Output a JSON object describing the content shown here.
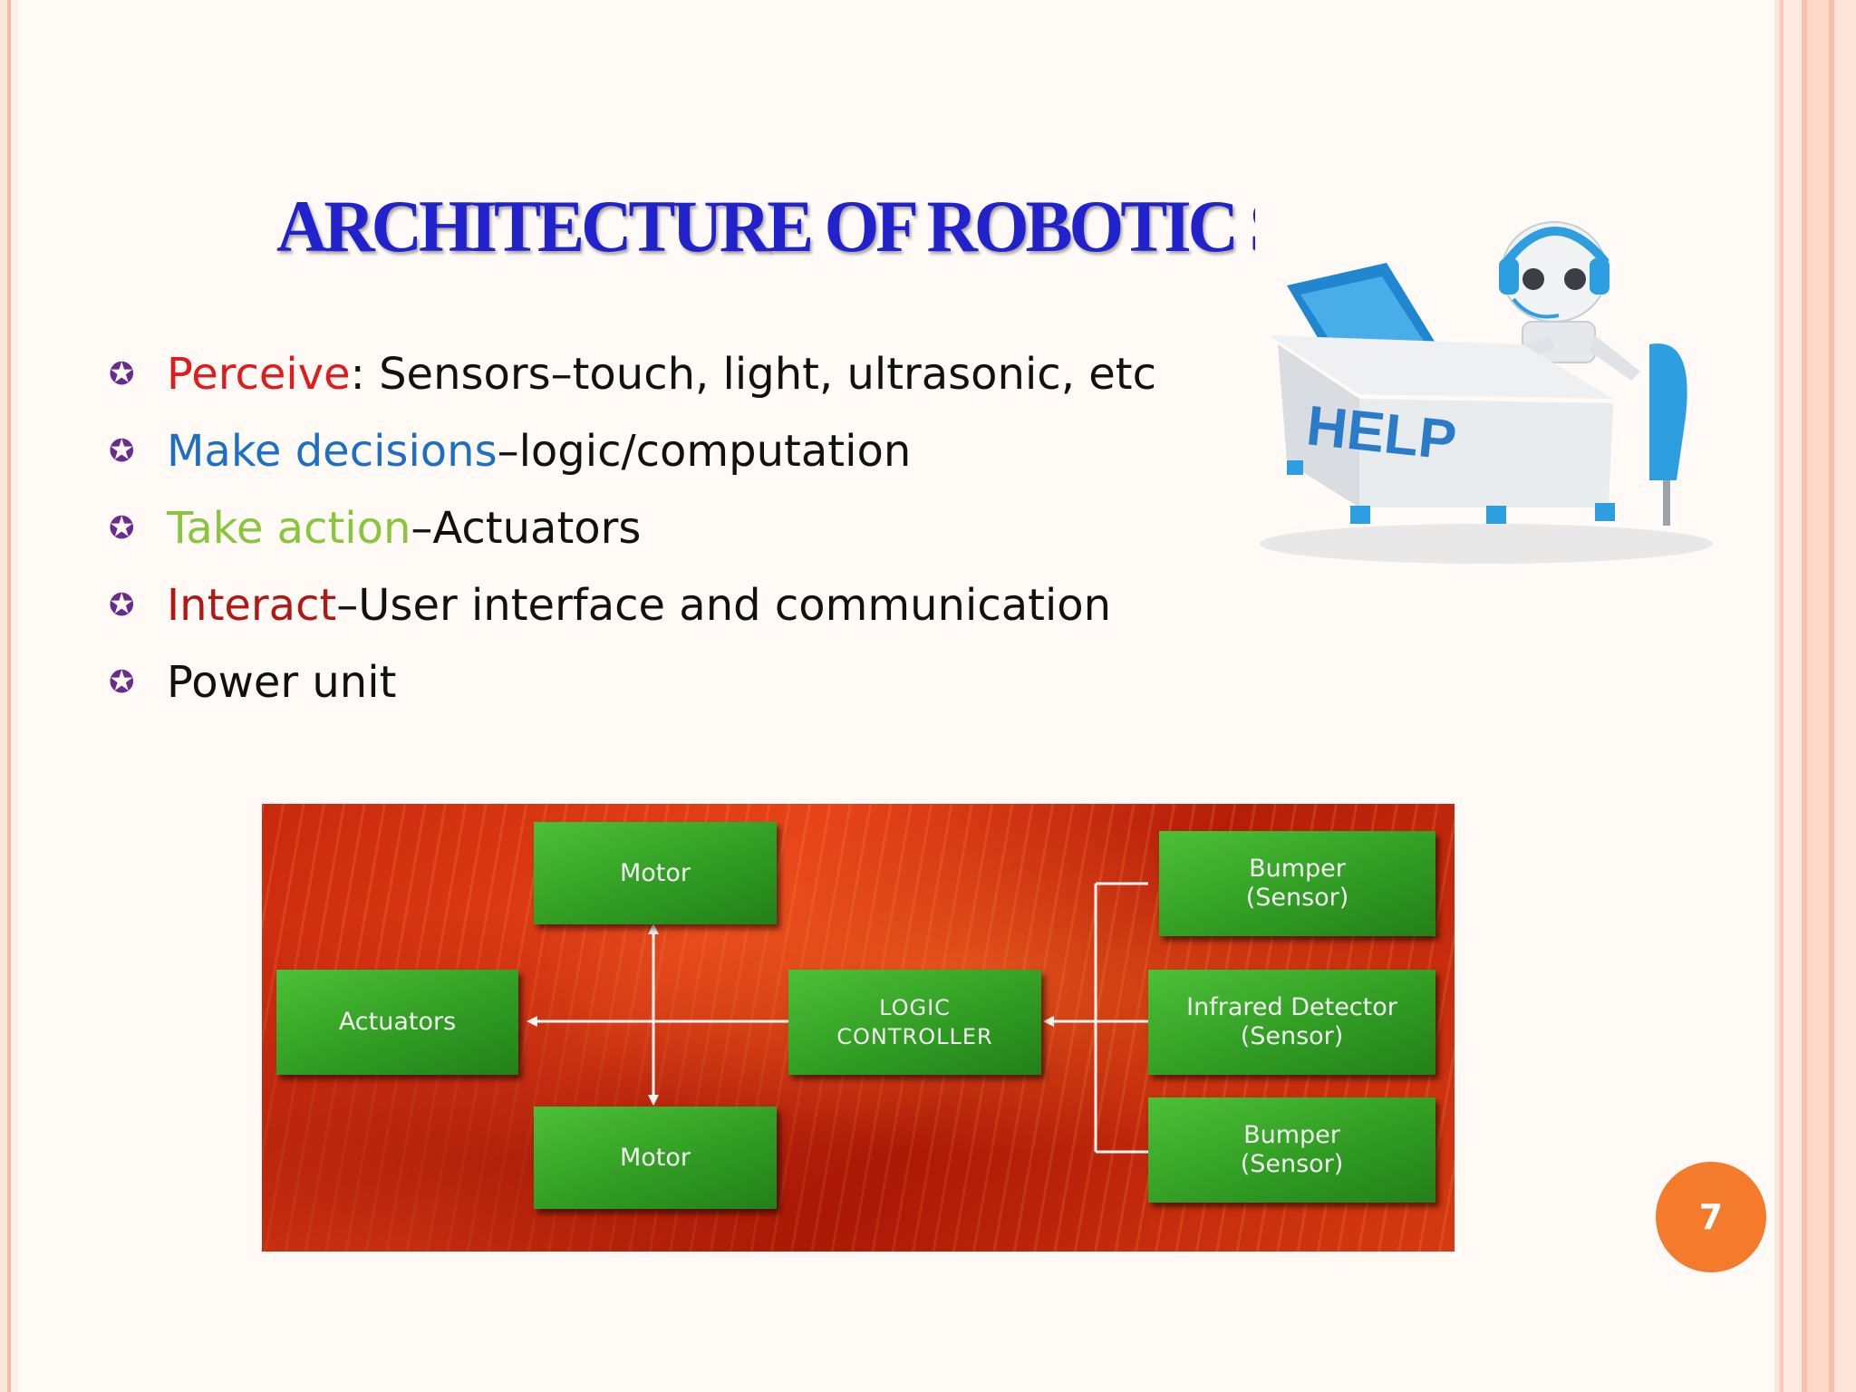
{
  "slide": {
    "title": "ARCHITECTURE OF ROBOTIC SY",
    "bullets": [
      {
        "keyword": "Perceive",
        "rest": ":  Sensors–touch, light, ultrasonic, etc",
        "color": "#e01b1b"
      },
      {
        "keyword": "Make decisions",
        "rest": "–logic/computation",
        "color": "#1d6fc4"
      },
      {
        "keyword": "Take action",
        "rest": "–Actuators",
        "color": "#8bc43f"
      },
      {
        "keyword": "Interact",
        "rest": "–User interface and communication",
        "color": "#b01818"
      },
      {
        "keyword": "",
        "rest": "Power unit",
        "color": "#111111"
      }
    ],
    "bullet_icon": "star-bullet-icon",
    "help_sign": "HELP",
    "diagram": {
      "motor_top": "Motor",
      "motor_bottom": "Motor",
      "actuators": "Actuators",
      "logic_controller": "LOGIC\nCONTROLLER",
      "bumper_top": "Bumper\n(Sensor)",
      "infrared": "Infrared Detector\n(Sensor)",
      "bumper_bottom": "Bumper\n(Sensor)"
    },
    "page_number": "7"
  }
}
